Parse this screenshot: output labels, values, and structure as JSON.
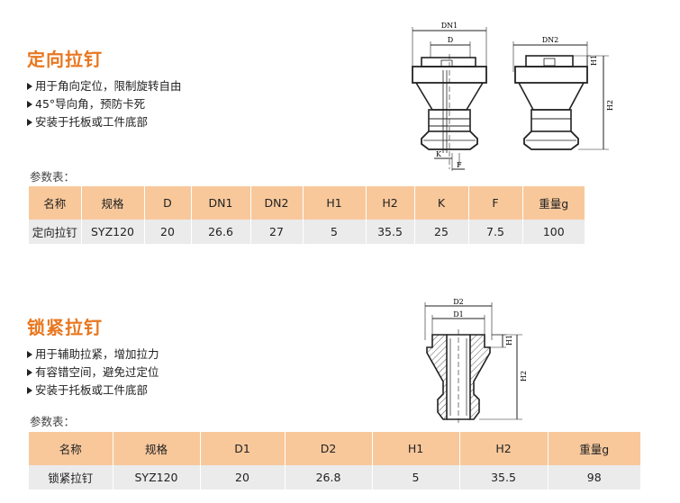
{
  "section1": {
    "title": "定向拉钉",
    "bullets": [
      "用于角向定位，限制旋转自由",
      "45°导向角，预防卡死",
      "安装于托板或工件底部"
    ],
    "param_label": "参数表：",
    "table": {
      "headers": [
        "名称",
        "规格",
        "D",
        "DN1",
        "DN2",
        "H1",
        "H2",
        "K",
        "F",
        "重量g"
      ],
      "rows": [
        [
          "定向拉钉",
          "SYZ120",
          "20",
          "26.6",
          "27",
          "5",
          "35.5",
          "25",
          "7.5",
          "100"
        ]
      ]
    },
    "drawing_labels": {
      "dn1": "DN1",
      "d": "D",
      "dn2": "DN2",
      "h1": "H1",
      "h2": "H2",
      "k": "K",
      "f": "F"
    }
  },
  "section2": {
    "title": "锁紧拉钉",
    "bullets": [
      "用于辅助拉紧，增加拉力",
      "有容错空间，避免过定位",
      "安装于托板或工件底部"
    ],
    "param_label": "参数表：",
    "table": {
      "headers": [
        "名称",
        "规格",
        "D1",
        "D2",
        "H1",
        "H2",
        "重量g"
      ],
      "rows": [
        [
          "锁紧拉钉",
          "SYZ120",
          "20",
          "26.8",
          "5",
          "35.5",
          "98"
        ]
      ]
    },
    "drawing_labels": {
      "d2": "D2",
      "d1": "D1",
      "h1": "H1",
      "h2": "H2"
    }
  },
  "colors": {
    "accent": "#e8771f",
    "table_header": "#f8c89b",
    "table_row": "#ebebeb",
    "hatch": "#555555"
  }
}
